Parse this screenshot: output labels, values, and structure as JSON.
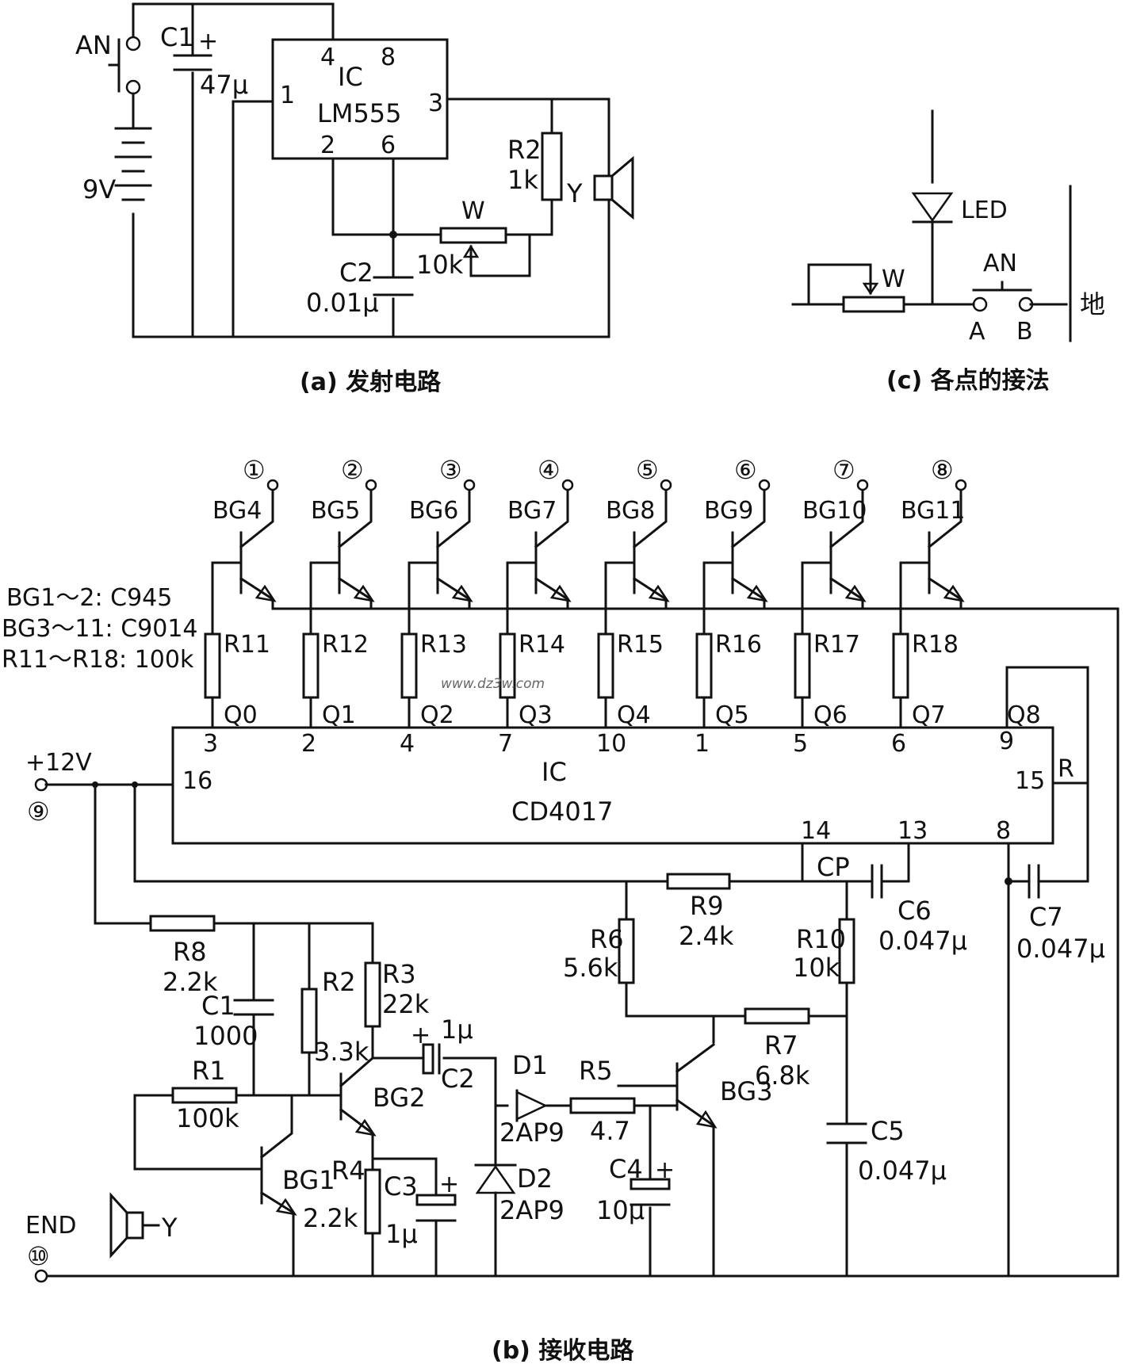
{
  "captions": {
    "a": "(a) 发射电路",
    "b": "(b) 接收电路",
    "c": "(c) 各点的接法"
  },
  "watermark": "www.dz3w.com",
  "circuit_a": {
    "switch": "AN",
    "battery": "9V",
    "c1_name": "C1",
    "c1_value": "47μ",
    "ic_name": "IC",
    "ic_part": "LM555",
    "pins": [
      "4",
      "8",
      "1",
      "3",
      "2",
      "6"
    ],
    "r2_name": "R2",
    "r2_value": "1k",
    "w_name": "W",
    "w_value": "10k",
    "c2_name": "C2",
    "c2_value": "0.01μ",
    "speaker": "Y"
  },
  "circuit_c": {
    "led": "LED",
    "switch": "AN",
    "pot": "W",
    "point_a": "A",
    "point_b": "B",
    "ground": "地"
  },
  "circuit_b": {
    "transistor_notes": [
      "BG1～2: C945",
      "BG3～11: C9014",
      "R11～R18: 100k"
    ],
    "outputs": [
      {
        "node": "①",
        "transistor": "BG4",
        "resistor": "R11",
        "q": "Q0",
        "pin": "3"
      },
      {
        "node": "②",
        "transistor": "BG5",
        "resistor": "R12",
        "q": "Q1",
        "pin": "2"
      },
      {
        "node": "③",
        "transistor": "BG6",
        "resistor": "R13",
        "q": "Q2",
        "pin": "4"
      },
      {
        "node": "④",
        "transistor": "BG7",
        "resistor": "R14",
        "q": "Q3",
        "pin": "7"
      },
      {
        "node": "⑤",
        "transistor": "BG8",
        "resistor": "R15",
        "q": "Q4",
        "pin": "10"
      },
      {
        "node": "⑥",
        "transistor": "BG9",
        "resistor": "R16",
        "q": "Q5",
        "pin": "1"
      },
      {
        "node": "⑦",
        "transistor": "BG10",
        "resistor": "R17",
        "q": "Q6",
        "pin": "5"
      },
      {
        "node": "⑧",
        "transistor": "BG11",
        "resistor": "R18",
        "q": "Q7",
        "pin": "6"
      }
    ],
    "q8": "Q8",
    "q8_pin": "9",
    "ic_name": "IC",
    "ic_part": "CD4017",
    "pin16": "16",
    "pin15": "15",
    "reset": "R",
    "pin14": "14",
    "pin13": "13",
    "pin8": "8",
    "cp": "CP",
    "supply": "+12V",
    "node9": "⑨",
    "gnd": "END",
    "node10": "⑩",
    "components": {
      "r8": [
        "R8",
        "2.2k"
      ],
      "c1": [
        "C1",
        "1000"
      ],
      "r1": [
        "R1",
        "100k"
      ],
      "r2": [
        "R2",
        "3.3k"
      ],
      "r3": [
        "R3",
        "22k"
      ],
      "c2": [
        "1μ",
        "C2"
      ],
      "bg1": "BG1",
      "bg2": "BG2",
      "bg3": "BG3",
      "r4": [
        "R4",
        "2.2k"
      ],
      "c3": [
        "C3",
        "1μ"
      ],
      "d1": [
        "D1",
        "2AP9"
      ],
      "d2": [
        "D2",
        "2AP9"
      ],
      "r5": [
        "R5",
        "4.7"
      ],
      "c4": [
        "C4",
        "10μ"
      ],
      "r6": [
        "R6",
        "5.6k"
      ],
      "r9": [
        "R9",
        "2.4k"
      ],
      "r10": [
        "R10",
        "10k"
      ],
      "r7": [
        "R7",
        "6.8k"
      ],
      "c5": [
        "C5",
        "0.047μ"
      ],
      "c6": [
        "C6",
        "0.047μ"
      ],
      "c7": [
        "C7",
        "0.047μ"
      ],
      "speaker": "Y"
    }
  }
}
